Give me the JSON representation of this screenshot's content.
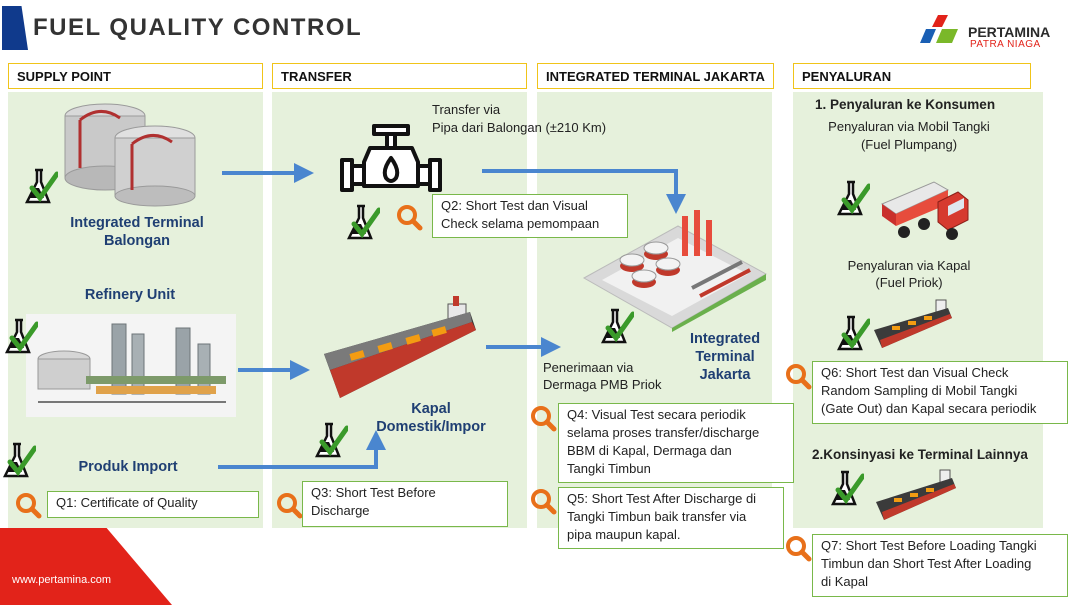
{
  "header": {
    "title": "FUEL QUALITY CONTROL",
    "logo_name": "PERTAMINA",
    "logo_sub": "PATRA NIAGA"
  },
  "columns": [
    {
      "label": "SUPPLY POINT"
    },
    {
      "label": "TRANSFER"
    },
    {
      "label": "INTEGRATED TERMINAL JAKARTA"
    },
    {
      "label": "PENYALURAN"
    }
  ],
  "supply": {
    "terminal_balongan": "Integrated Terminal Balongan",
    "refinery_unit": "Refinery Unit",
    "produk_import": "Produk Import"
  },
  "transfer": {
    "pipe_caption_1": "Transfer via",
    "pipe_caption_2": "Pipa dari Balongan (±210 Km)",
    "kapal_label_1": "Kapal",
    "kapal_label_2": "Domestik/Impor"
  },
  "terminal": {
    "label_1": "Integrated",
    "label_2": "Terminal",
    "label_3": "Jakarta",
    "receive_1": "Penerimaan via",
    "receive_2": "Dermaga PMB Priok"
  },
  "penyaluran": {
    "heading_1": "1. Penyaluran ke Konsumen",
    "truck_caption_1": "Penyaluran via Mobil Tangki",
    "truck_caption_2": "(Fuel Plumpang)",
    "ship_caption_1": "Penyaluran via Kapal",
    "ship_caption_2": "(Fuel Priok)",
    "heading_2": "2.Konsinyasi ke Terminal Lainnya"
  },
  "quality_checks": {
    "q1": "Q1: Certificate of Quality",
    "q2_1": "Q2: Short Test dan Visual",
    "q2_2": "Check selama pemompaan",
    "q3_1": "Q3: Short Test Before",
    "q3_2": "Discharge",
    "q4_1": "Q4: Visual Test secara periodik",
    "q4_2": "selama proses transfer/discharge",
    "q4_3": "BBM di Kapal, Dermaga dan",
    "q4_4": "Tangki Timbun",
    "q5_1": "Q5: Short Test After Discharge di",
    "q5_2": "Tangki Timbun baik transfer via",
    "q5_3": "pipa maupun kapal.",
    "q6_1": "Q6: Short Test dan Visual Check",
    "q6_2": "Random Sampling di Mobil Tangki",
    "q6_3": "(Gate Out) dan Kapal secara periodik",
    "q7_1": "Q7: Short Test Before Loading Tangki",
    "q7_2": "Timbun dan Short Test After Loading",
    "q7_3": "di Kapal"
  },
  "footer": {
    "url": "www.pertamina.com"
  },
  "colors": {
    "column_bg": "#e6f1dc",
    "header_border": "#f0c419",
    "label_blue": "#1f3f73",
    "arrow_blue": "#4a86cf",
    "box_border": "#79b84a",
    "accent_red": "#e2231a",
    "title_accent": "#103a8c"
  }
}
